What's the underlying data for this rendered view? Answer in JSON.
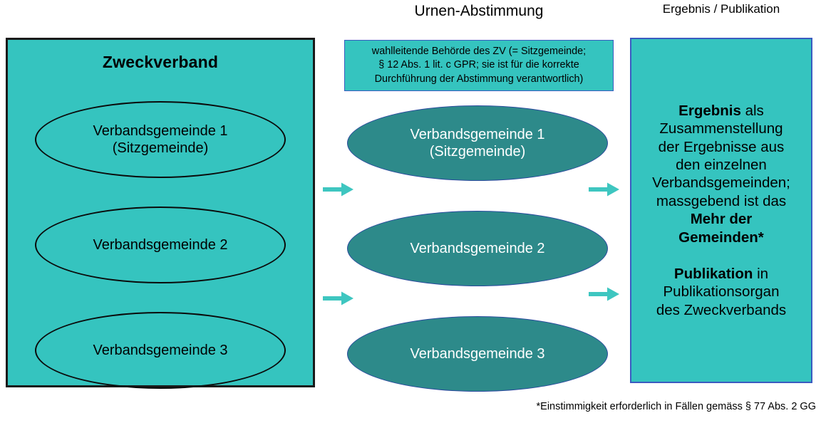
{
  "diagram": {
    "title_left": "Zweckverband",
    "title_middle": "Urnen-Abstimmung",
    "title_right": "Ergebnis /\nPublikation",
    "footnote": "*Einstimmigkeit erforderlich in Fällen gemäss § 77 Abs. 2 GG",
    "colors": {
      "light_teal": "#35c4bf",
      "dark_teal": "#2d8a8a",
      "arrow_teal": "#3ec6c0",
      "blue_border": "#3b5bc0",
      "black_border": "#1a1a1a"
    }
  },
  "left_column": {
    "heading": "Zweckverband",
    "nodes": [
      {
        "line1": "Verbandsgemeinde 1",
        "line2": "(Sitzgemeinde)"
      },
      {
        "line1": "Verbandsgemeinde 2",
        "line2": ""
      },
      {
        "line1": "Verbandsgemeinde 3",
        "line2": ""
      }
    ]
  },
  "middle_column": {
    "heading": "Urnen-Abstimmung",
    "note": "wahlleitende Behörde des ZV (= Sitzgemeinde; § 12 Abs. 1 lit. c GPR; sie ist für die korrekte Durchführung der Abstimmung verantwortlich)",
    "note_lines": [
      "wahlleitende Behörde des ZV (= Sitzgemeinde;",
      "§ 12 Abs. 1 lit. c GPR; sie ist für die korrekte",
      "Durchführung der Abstimmung verantwortlich)"
    ],
    "nodes": [
      {
        "line1": "Verbandsgemeinde 1",
        "line2": "(Sitzgemeinde)"
      },
      {
        "line1": "Verbandsgemeinde 2",
        "line2": ""
      },
      {
        "line1": "Verbandsgemeinde 3",
        "line2": ""
      }
    ]
  },
  "right_column": {
    "heading": "Ergebnis /\nPublikation",
    "paragraph_1_bold_lead": "Ergebnis",
    "paragraph_1_rest": " als\nZusammenstellung\nder Ergebnisse aus\nden einzelnen\nVerbandsgemeinden;\nmassgebend ist das\n",
    "paragraph_1_bold_tail": "Mehr der\nGemeinden*",
    "paragraph_2_bold_lead": "Publikation",
    "paragraph_2_rest": " in\nPublikationsorgan\ndes Zweckverbands"
  },
  "arrows": {
    "label_left_top": "arrow-left-top",
    "label_left_bottom": "arrow-left-bottom",
    "label_right_top": "arrow-right-top",
    "label_right_bottom": "arrow-right-bottom"
  }
}
